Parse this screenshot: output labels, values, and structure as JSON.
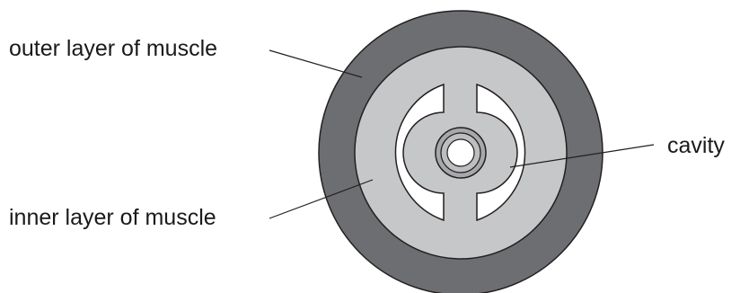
{
  "labels": {
    "outer_muscle": "outer layer of muscle",
    "inner_muscle": "inner layer of muscle",
    "cavity": "cavity"
  },
  "colors": {
    "outer_layer": "#6d6e71",
    "inner_layer": "#c6c7c8",
    "cavity": "#ffffff",
    "outline": "#231f20"
  }
}
